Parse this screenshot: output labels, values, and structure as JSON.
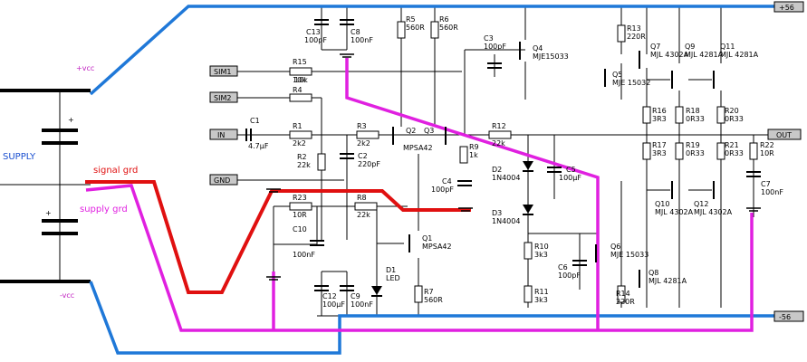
{
  "supply": {
    "label": "SUPPLY",
    "vcc_pos": "+vcc",
    "vcc_neg": "-vcc",
    "signal_grd": "signal grd",
    "supply_grd": "supply grd"
  },
  "ports": {
    "p56": "+56",
    "m56": "-56",
    "sim1": "SIM1",
    "sim2": "SIM2",
    "in": "IN",
    "gnd": "GND",
    "out": "OUT"
  },
  "parts": [
    {
      "ref": "C13",
      "value": "100pF"
    },
    {
      "ref": "C8",
      "value": "100nF"
    },
    {
      "ref": "R5",
      "value": "560R"
    },
    {
      "ref": "R6",
      "value": "560R"
    },
    {
      "ref": "C3",
      "value": "100pF"
    },
    {
      "ref": "Q4",
      "value": "MJE15033"
    },
    {
      "ref": "R13",
      "value": "220R"
    },
    {
      "ref": "Q7",
      "value": "MJL 4302A"
    },
    {
      "ref": "Q9",
      "value": "MJL 4281A"
    },
    {
      "ref": "Q11",
      "value": "MJL 4281A"
    },
    {
      "ref": "R15",
      "value": "10k"
    },
    {
      "ref": "R4",
      "value": "10k"
    },
    {
      "ref": "Q5",
      "value": "MJE 15032"
    },
    {
      "ref": "C1",
      "value": "4.7µF"
    },
    {
      "ref": "R1",
      "value": "2k2"
    },
    {
      "ref": "R3",
      "value": "2k2"
    },
    {
      "ref": "Q2",
      "value": "MPSA42"
    },
    {
      "ref": "Q3",
      "value": ""
    },
    {
      "ref": "R12",
      "value": "22k"
    },
    {
      "ref": "R16",
      "value": "3R3"
    },
    {
      "ref": "R18",
      "value": "0R33"
    },
    {
      "ref": "R20",
      "value": "0R33"
    },
    {
      "ref": "R2",
      "value": "22k"
    },
    {
      "ref": "C2",
      "value": "220pF"
    },
    {
      "ref": "R9",
      "value": "1k"
    },
    {
      "ref": "D2",
      "value": "1N4004"
    },
    {
      "ref": "C4",
      "value": "100pF"
    },
    {
      "ref": "R17",
      "value": "3R3"
    },
    {
      "ref": "R19",
      "value": "0R33"
    },
    {
      "ref": "R21",
      "value": "0R33"
    },
    {
      "ref": "R22",
      "value": "10R"
    },
    {
      "ref": "C5",
      "value": "100µF"
    },
    {
      "ref": "R23",
      "value": "10R"
    },
    {
      "ref": "R8",
      "value": "22k"
    },
    {
      "ref": "D3",
      "value": "1N4004"
    },
    {
      "ref": "Q10",
      "value": "MJL 4302A"
    },
    {
      "ref": "Q12",
      "value": "MJL 4302A"
    },
    {
      "ref": "C7",
      "value": "100nF"
    },
    {
      "ref": "C10",
      "value": "100nF"
    },
    {
      "ref": "Q1",
      "value": "MPSA42"
    },
    {
      "ref": "R10",
      "value": "3k3"
    },
    {
      "ref": "Q6",
      "value": "MJE 15033"
    },
    {
      "ref": "C6",
      "value": "100pF"
    },
    {
      "ref": "D1",
      "value": "LED"
    },
    {
      "ref": "R11",
      "value": "3k3"
    },
    {
      "ref": "Q8",
      "value": "MJL 4281A"
    },
    {
      "ref": "R7",
      "value": "560R"
    },
    {
      "ref": "R14",
      "value": "220R"
    },
    {
      "ref": "C12",
      "value": "100µF"
    },
    {
      "ref": "C9",
      "value": "100nF"
    }
  ],
  "colors": {
    "positive_rail": "#1f78d8",
    "signal_ground": "#e01010",
    "supply_ground": "#e020e0",
    "vcc_label": "#c020c0",
    "supply_label": "#1a4fd0"
  }
}
